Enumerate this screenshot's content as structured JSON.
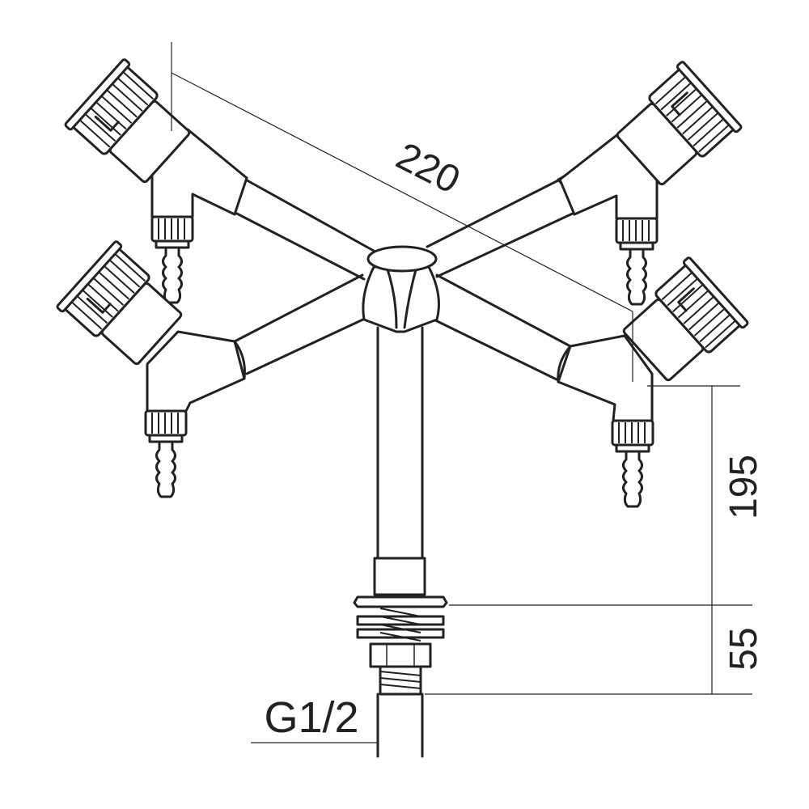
{
  "dimensions": {
    "span_label": "220",
    "height_upper_label": "195",
    "height_lower_label": "55",
    "thread_label": "G1/2"
  },
  "colors": {
    "line": "#222222",
    "background": "#ffffff"
  }
}
